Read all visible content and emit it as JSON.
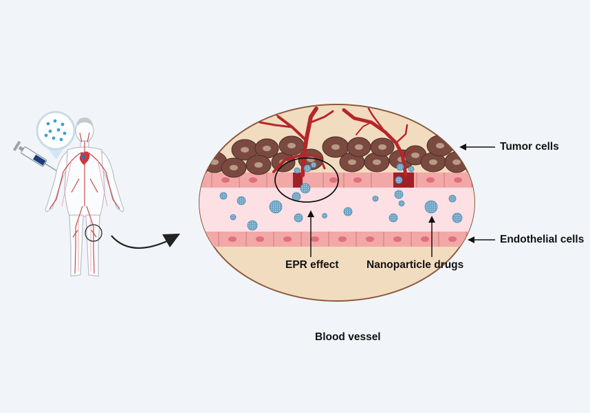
{
  "labels": {
    "tumor_cells": "Tumor cells",
    "endothelial_cells": "Endothelial cells",
    "epr_effect": "EPR effect",
    "nanoparticle_drugs": "Nanoparticle drugs",
    "blood_vessel": "Blood vessel"
  },
  "colors": {
    "background": "#f1f5fa",
    "ellipse_fill": "#f2dcc0",
    "ellipse_stroke": "#8a5a3a",
    "tumor_cell": "#7a4a40",
    "vessel_lumen": "#fde0e4",
    "endothelial": "#f3a8a8",
    "nucleus": "#e0707a",
    "artery": "#b5262a",
    "nanoparticle": "#6ea7c7"
  },
  "icons": [
    "syringe-icon",
    "nanoparticle-bubble-icon",
    "human-body-icon",
    "heart-icon",
    "curved-arrow-icon"
  ]
}
